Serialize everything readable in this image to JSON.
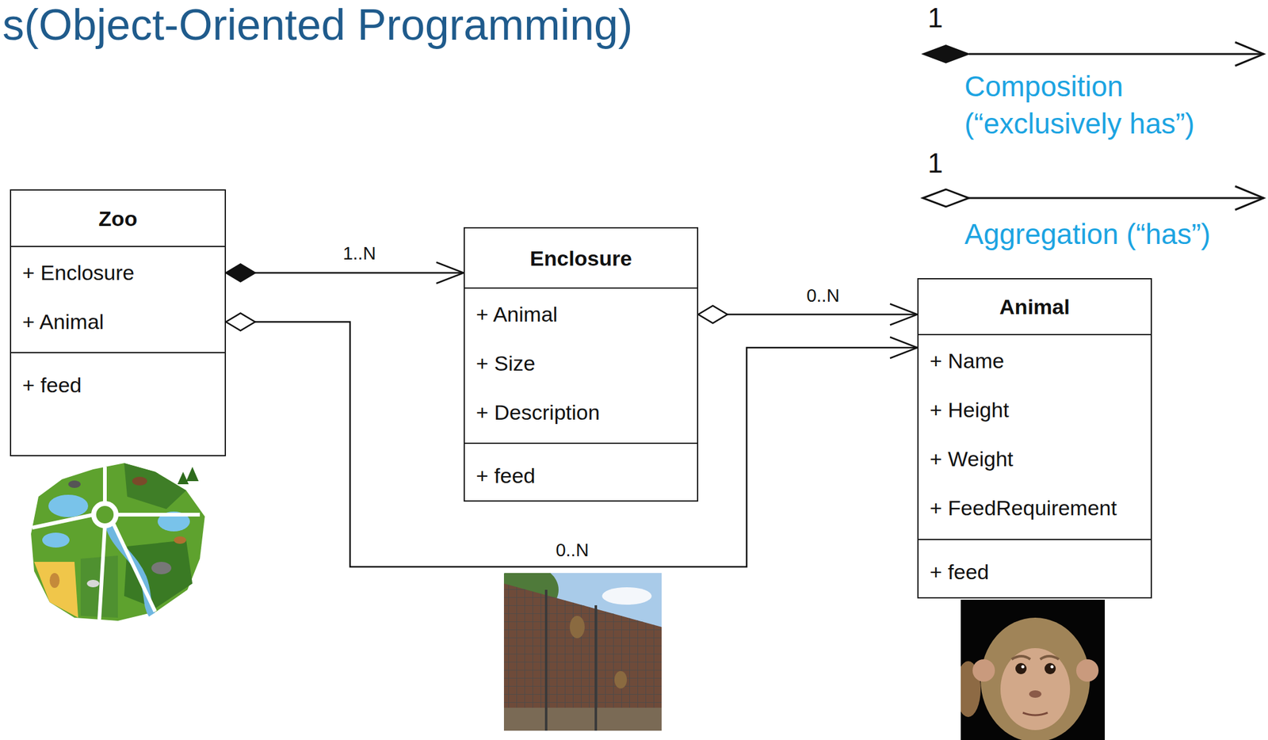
{
  "diagram": {
    "title": "s(Object-Oriented Programming)",
    "nodes": [
      {
        "text": [
          "Zoo",
          "+ Enclosure",
          "+ Animal",
          "+ feed"
        ]
      },
      {
        "text": [
          "Enclosure",
          "+ Animal",
          "+ Size",
          "+ Description",
          "+ feed"
        ]
      },
      {
        "text": [
          "Animal",
          "+ Name",
          "+ Height",
          "+ Weight",
          "+ FeedRequirement",
          "+ feed"
        ]
      }
    ],
    "edges": [
      {
        "from": 0,
        "to": 1,
        "arrow": "to",
        "label": "1..N"
      },
      {
        "from": 1,
        "to": 2,
        "arrow": "to",
        "label": "0..N"
      },
      {
        "from": 0,
        "to": 2,
        "arrow": "to",
        "label": "0..N"
      }
    ],
    "labels": [
      "1",
      "1"
    ],
    "legend": [
      {
        "text": "Composition (“exclusively has”)"
      },
      {
        "text": "Aggregation (“has”)"
      }
    ]
  }
}
